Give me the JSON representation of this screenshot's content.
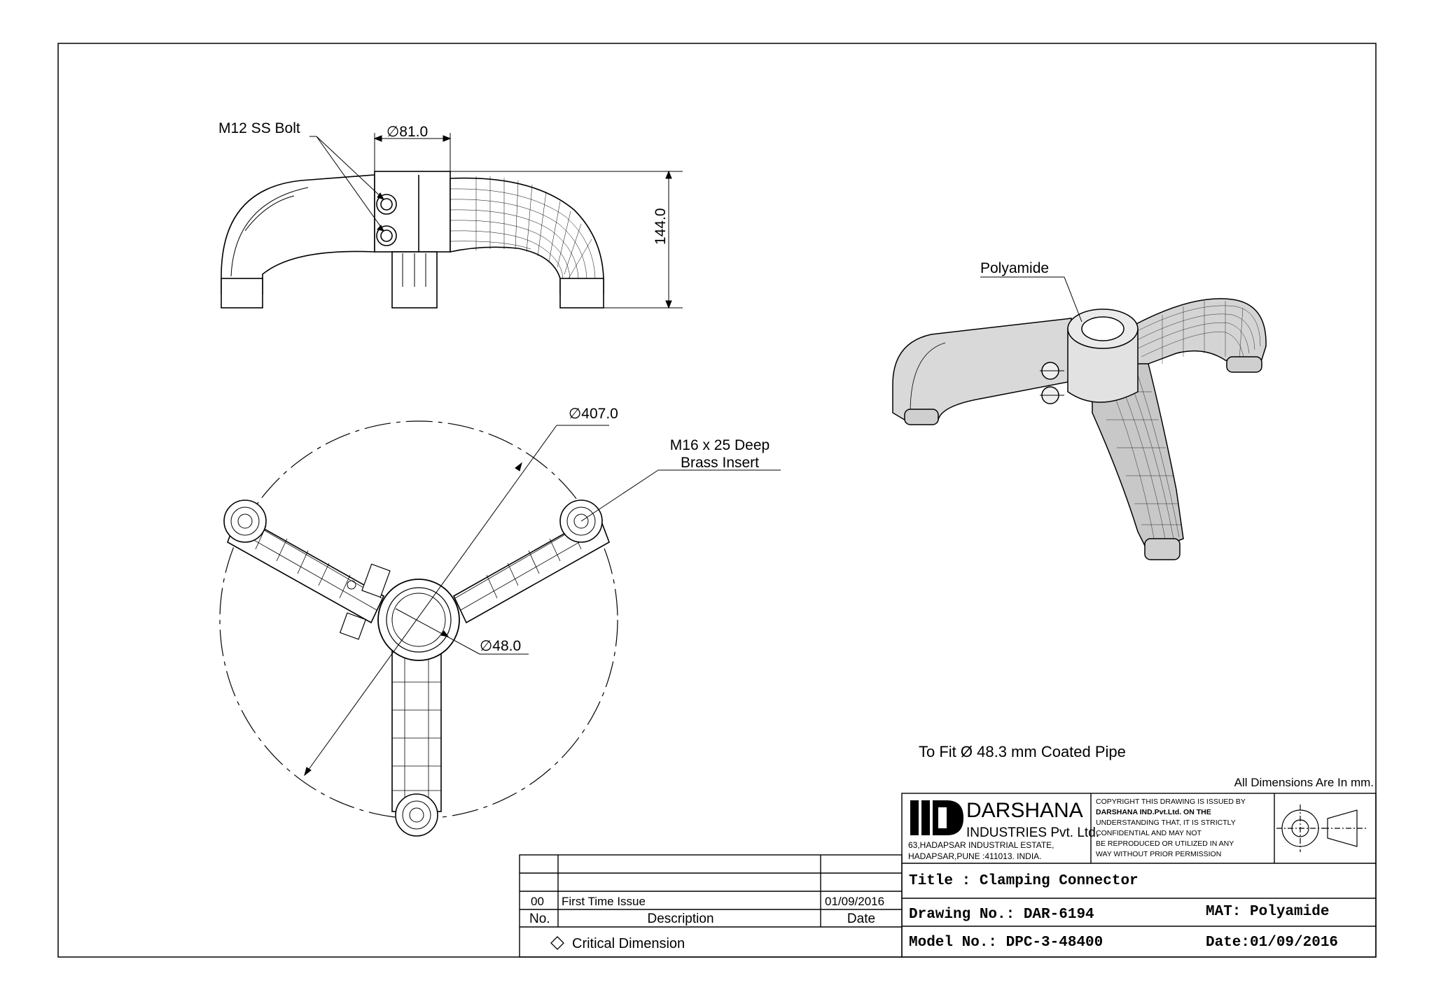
{
  "callouts": {
    "bolt": "M12 SS Bolt",
    "dia_top": "∅81.0",
    "height": "144.0",
    "dia_circle": "∅407.0",
    "insert_line1": "M16 x 25 Deep",
    "insert_line2": "Brass Insert",
    "dia_bore": "∅48.0",
    "material_callout": "Polyamide"
  },
  "notes": {
    "fit": "To Fit Ø 48.3 mm Coated Pipe",
    "units": "All Dimensions Are In mm."
  },
  "company": {
    "name": "DARSHANA",
    "subname": "INDUSTRIES Pvt. Ltd.",
    "address1": "63,HADAPSAR INDUSTRIAL ESTATE,",
    "address2": "HADAPSAR,PUNE :411013. INDIA.",
    "copyright": [
      "COPYRIGHT THIS DRAWING IS ISSUED BY",
      "DARSHANA IND.Pvt.Ltd. ON THE",
      "UNDERSTANDING THAT, IT IS STRICTLY",
      "CONFIDENTIAL AND MAY NOT",
      "BE REPRODUCED OR UTILIZED IN ANY",
      "WAY WITHOUT PRIOR PERMISSION"
    ]
  },
  "title_block": {
    "title": "Title : Clamping Connector",
    "drawing_no": "Drawing No.: DAR-6194",
    "material": "MAT: Polyamide",
    "model_no": "Model No.: DPC-3-48400",
    "date": "Date:01/09/2016"
  },
  "revision_table": {
    "rows": [
      {
        "no": "",
        "description": "",
        "date": ""
      },
      {
        "no": "",
        "description": "",
        "date": ""
      },
      {
        "no": "00",
        "description": "First Time Issue",
        "date": "01/09/2016"
      }
    ],
    "header": {
      "no": "No.",
      "description": "Description",
      "date": "Date"
    },
    "critical": "Critical Dimension"
  }
}
